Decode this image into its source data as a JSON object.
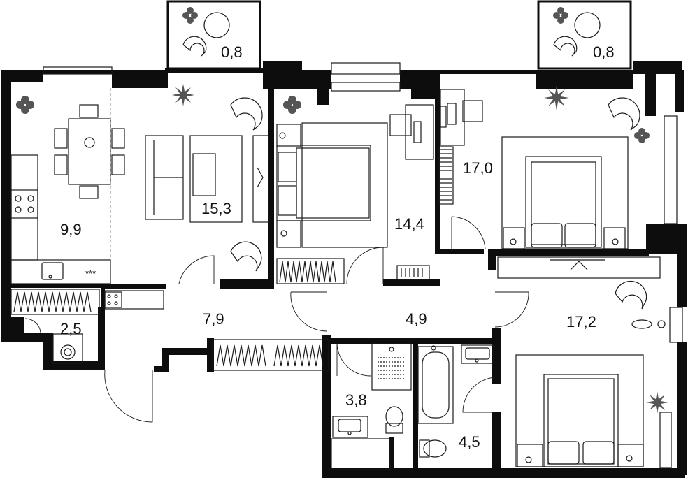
{
  "floor_plan": {
    "colors": {
      "wall": "#0d0d0d",
      "line": "#1a1a1a",
      "plant": "#555555",
      "background": "#ffffff"
    },
    "rooms": [
      {
        "id": "balcony-left",
        "area": "0,8"
      },
      {
        "id": "balcony-right",
        "area": "0,8"
      },
      {
        "id": "kitchen",
        "area": "9,9"
      },
      {
        "id": "living-room",
        "area": "15,3"
      },
      {
        "id": "bedroom-1",
        "area": "14,4"
      },
      {
        "id": "bedroom-2",
        "area": "17,0"
      },
      {
        "id": "hall",
        "area": "7,9"
      },
      {
        "id": "corridor",
        "area": "4,9"
      },
      {
        "id": "bedroom-3",
        "area": "17,2"
      },
      {
        "id": "laundry",
        "area": "2,5"
      },
      {
        "id": "bathroom-1",
        "area": "3,8"
      },
      {
        "id": "bathroom-2",
        "area": "4,5"
      }
    ],
    "icons": [
      "plant-icon",
      "armchair-icon",
      "bed-icon",
      "sofa-icon",
      "dining-table-icon",
      "stove-icon",
      "sink-icon",
      "washing-machine-icon",
      "toilet-icon",
      "bathtub-icon",
      "shower-icon",
      "wardrobe-icon",
      "desk-icon",
      "lamp-icon"
    ]
  }
}
